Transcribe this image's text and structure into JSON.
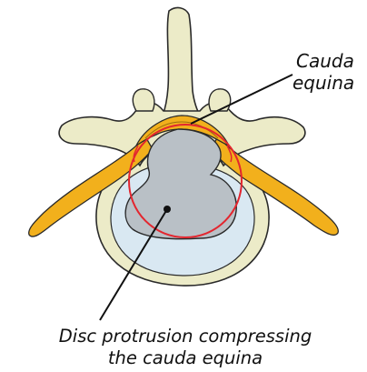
{
  "labels": {
    "cauda_line1": "Cauda",
    "cauda_line2": "equina",
    "disc_line1": "Disc protrusion compressing",
    "disc_line2": "the cauda equina"
  },
  "colors": {
    "bone": "#ecebc8",
    "bone_outline": "#2a2a2a",
    "nerve_root": "#f2b01c",
    "disc_outer": "#d9e8f2",
    "disc_inner": "#b9c0c6",
    "compression_circle": "#e3262f",
    "leader_line": "#111111"
  }
}
